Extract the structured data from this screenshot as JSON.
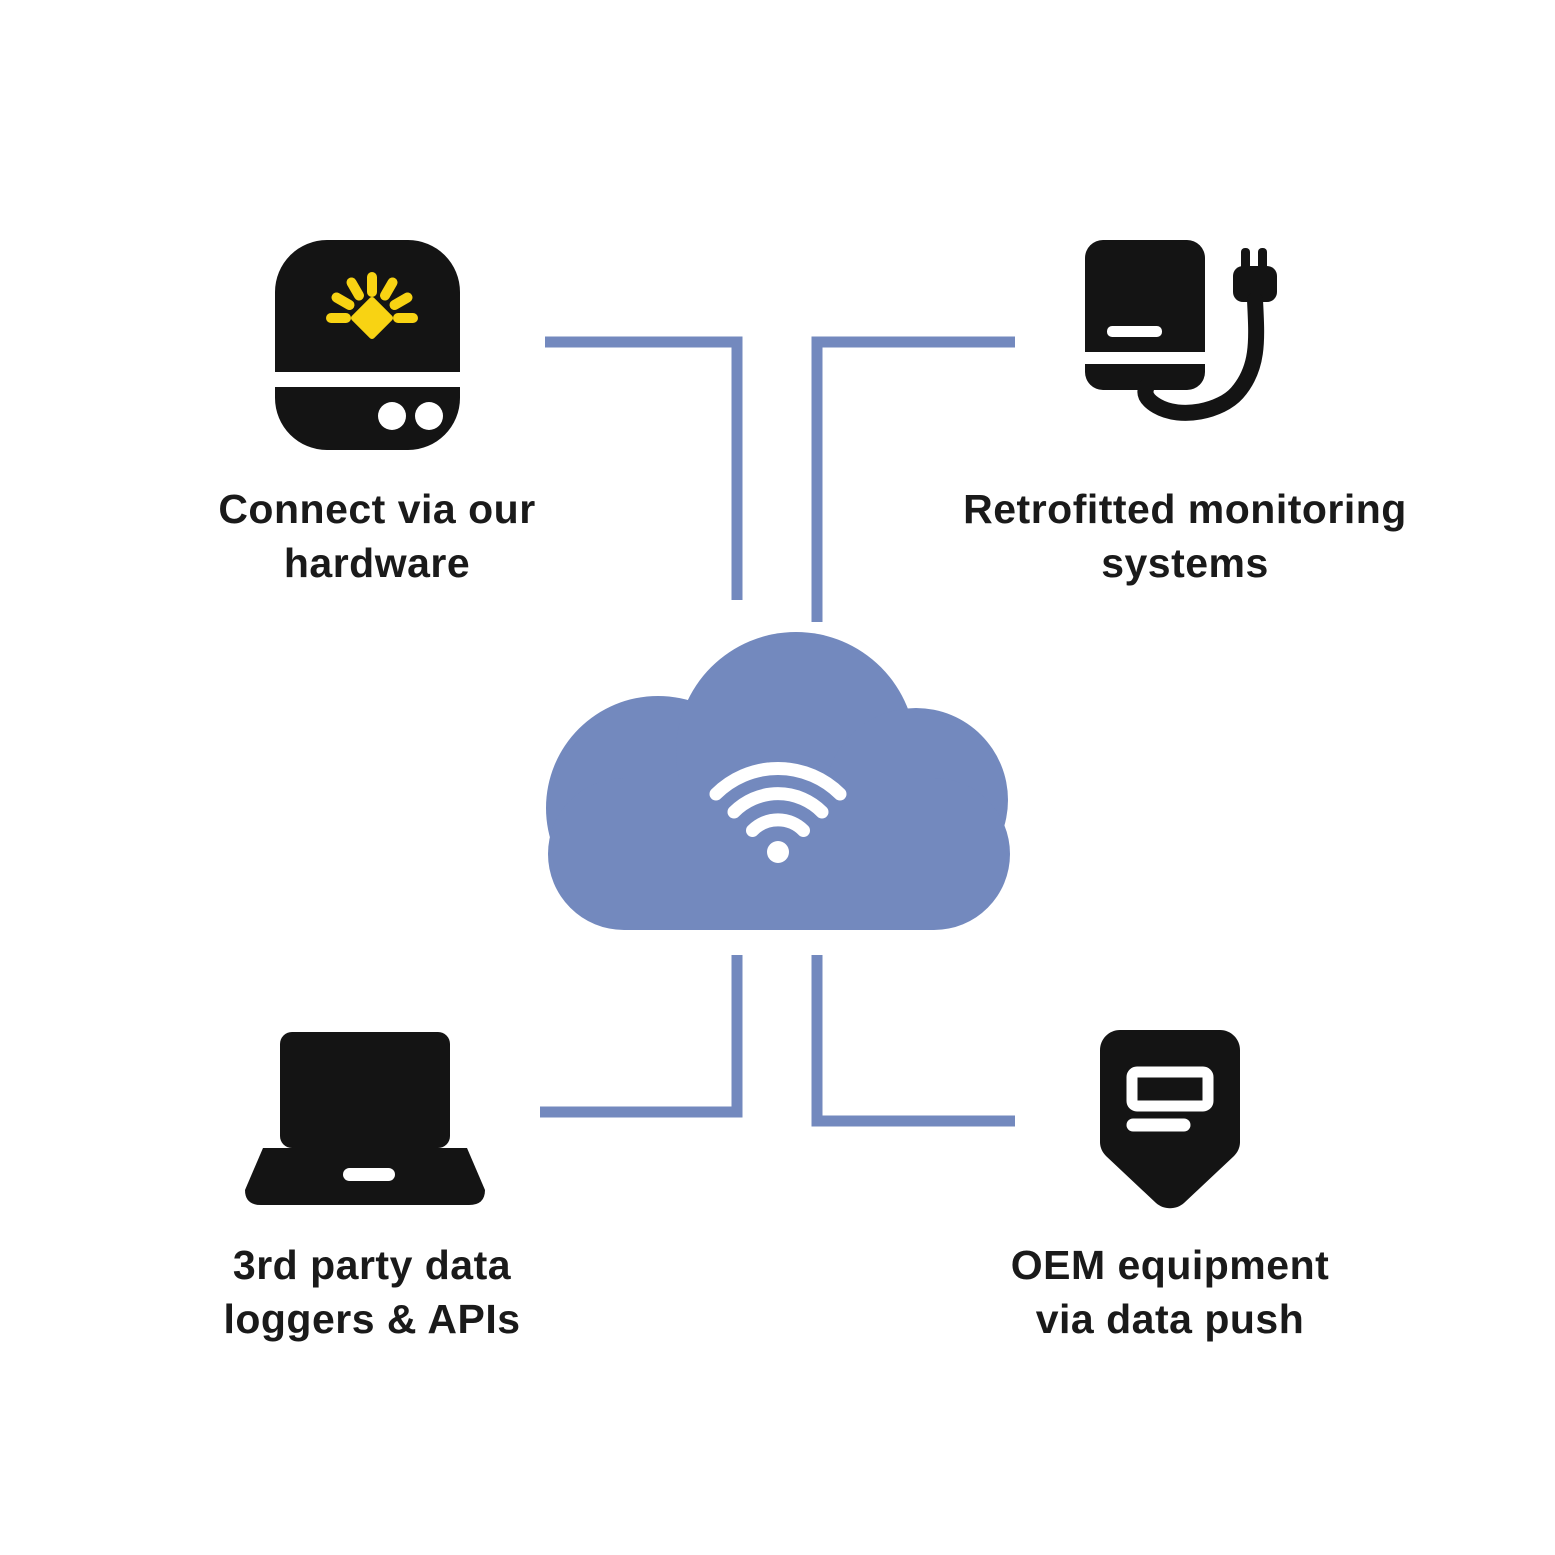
{
  "colors": {
    "accent-blue": "#7389be",
    "icon-black": "#141414",
    "accent-yellow": "#f8d313",
    "text-color": "#1a1a1a",
    "bg": "#ffffff"
  },
  "diagram": {
    "center": {
      "id": "cloud",
      "icon": "cloud-wifi-icon",
      "description": "central cloud connectivity hub with wifi symbol"
    },
    "nodes": [
      {
        "id": "hardware",
        "position": "top-left",
        "icon": "gateway-device-icon",
        "label": "Connect via our\nhardware"
      },
      {
        "id": "retrofit",
        "position": "top-right",
        "icon": "retrofit-monitor-icon",
        "label": "Retrofitted monitoring\nsystems"
      },
      {
        "id": "loggers",
        "position": "bottom-left",
        "icon": "laptop-icon",
        "label": "3rd party data\nloggers & APIs"
      },
      {
        "id": "oem",
        "position": "bottom-right",
        "icon": "oem-meter-icon",
        "label": "OEM equipment\nvia data push"
      }
    ]
  }
}
